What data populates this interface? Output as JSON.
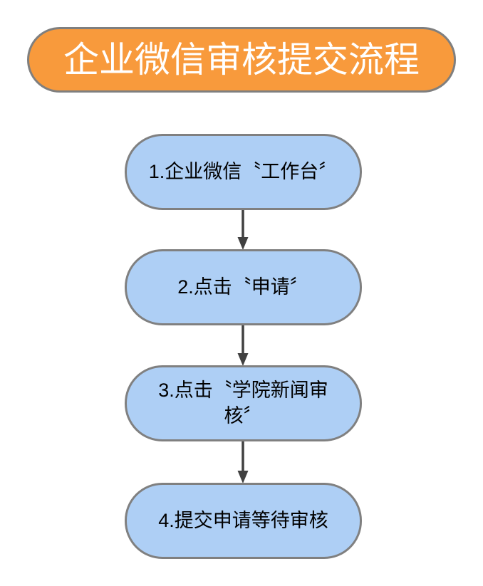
{
  "chart_data": {
    "type": "diagram",
    "diagram_kind": "flowchart",
    "title": "企业微信审核提交流程",
    "orientation": "vertical",
    "nodes": [
      {
        "id": "title",
        "label": "企业微信审核提交流程",
        "shape": "rounded-rectangle",
        "fill": "#F89A3C",
        "stroke": "#7F7F7F",
        "text_color": "#FFFFFF"
      },
      {
        "id": "step1",
        "label": "1.企业微信〝工作台〞",
        "shape": "rounded-rectangle",
        "fill": "#AECFF5",
        "stroke": "#808080",
        "text_color": "#000000"
      },
      {
        "id": "step2",
        "label": "2.点击〝申请〞",
        "shape": "rounded-rectangle",
        "fill": "#AECFF5",
        "stroke": "#808080",
        "text_color": "#000000"
      },
      {
        "id": "step3",
        "label": "3.点击〝学院新闻审核〞",
        "shape": "rounded-rectangle",
        "fill": "#AECFF5",
        "stroke": "#808080",
        "text_color": "#000000"
      },
      {
        "id": "step4",
        "label": "4.提交申请等待审核",
        "shape": "rounded-rectangle",
        "fill": "#AECFF5",
        "stroke": "#808080",
        "text_color": "#000000"
      }
    ],
    "edges": [
      {
        "from": "step1",
        "to": "step2",
        "style": "solid-arrow",
        "color": "#404040"
      },
      {
        "from": "step2",
        "to": "step3",
        "style": "solid-arrow",
        "color": "#404040"
      },
      {
        "from": "step3",
        "to": "step4",
        "style": "solid-arrow",
        "color": "#404040"
      }
    ]
  },
  "title": {
    "text": "企业微信审核提交流程"
  },
  "steps": [
    {
      "number": "1",
      "label": "1.企业微信〝工作台〞"
    },
    {
      "number": "2",
      "label": "2.点击〝申请〞"
    },
    {
      "number": "3",
      "label": "3.点击〝学院新闻审核〞"
    },
    {
      "number": "4",
      "label": "4.提交申请等待审核"
    }
  ],
  "colors": {
    "title_fill": "#F89A3C",
    "title_stroke": "#7F7F7F",
    "title_text": "#FFFFFF",
    "step_fill": "#AECFF5",
    "step_stroke": "#808080",
    "step_text": "#000000",
    "arrow": "#404040",
    "background": "#FFFFFF"
  }
}
